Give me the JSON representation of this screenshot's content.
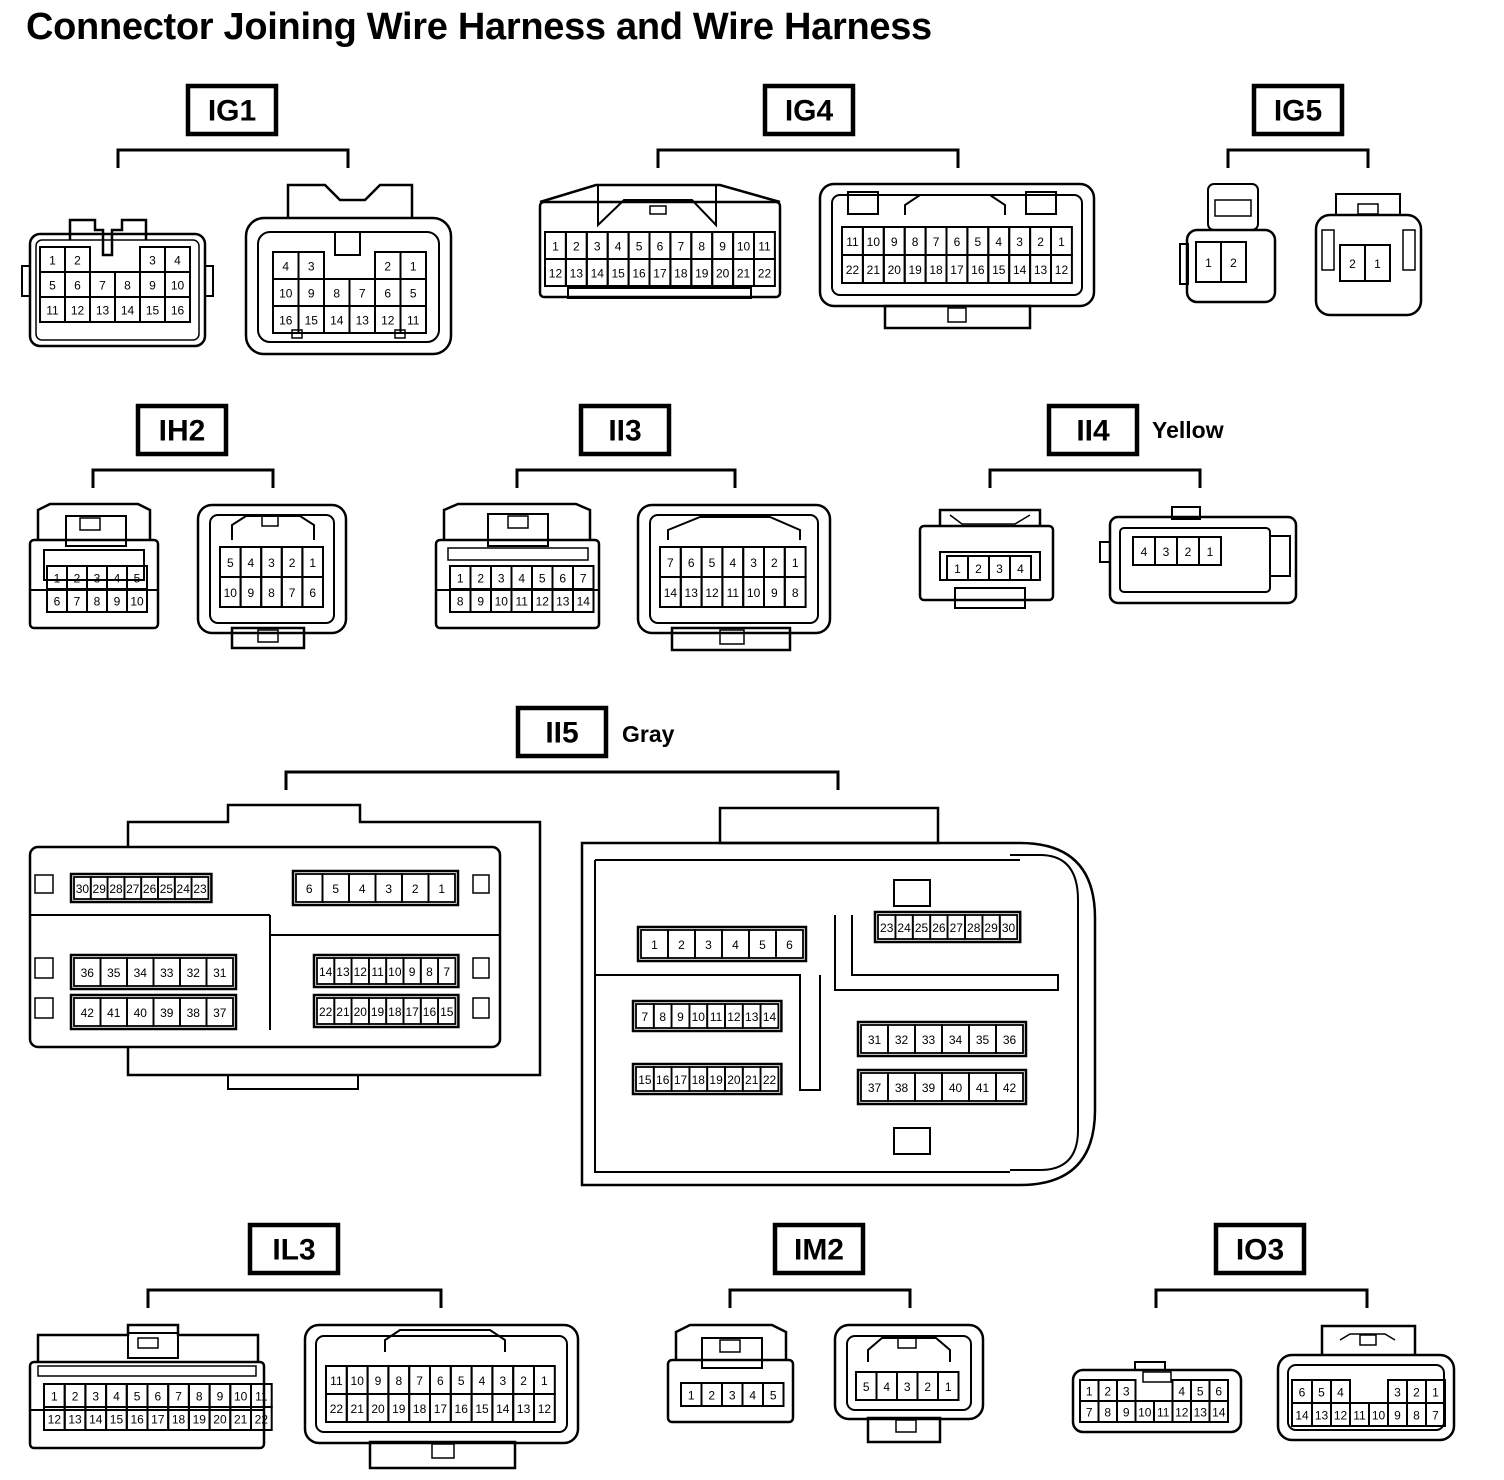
{
  "title": "Connector Joining Wire Harness and Wire Harness",
  "connectors": [
    {
      "code": "IG1",
      "color": "",
      "halves": [
        {
          "rows": [
            [
              "1",
              "2",
              "",
              "",
              "3",
              "4"
            ],
            [
              "5",
              "6",
              "7",
              "8",
              "9",
              "10"
            ],
            [
              "11",
              "12",
              "13",
              "14",
              "15",
              "16"
            ]
          ]
        },
        {
          "rows": [
            [
              "4",
              "3",
              "",
              "",
              "2",
              "1"
            ],
            [
              "10",
              "9",
              "8",
              "7",
              "6",
              "5"
            ],
            [
              "16",
              "15",
              "14",
              "13",
              "12",
              "11"
            ]
          ]
        }
      ]
    },
    {
      "code": "IG4",
      "color": "",
      "halves": [
        {
          "rows": [
            [
              "1",
              "2",
              "3",
              "4",
              "5",
              "6",
              "7",
              "8",
              "9",
              "10",
              "11"
            ],
            [
              "12",
              "13",
              "14",
              "15",
              "16",
              "17",
              "18",
              "19",
              "20",
              "21",
              "22"
            ]
          ]
        },
        {
          "rows": [
            [
              "11",
              "10",
              "9",
              "8",
              "7",
              "6",
              "5",
              "4",
              "3",
              "2",
              "1"
            ],
            [
              "22",
              "21",
              "20",
              "19",
              "18",
              "17",
              "16",
              "15",
              "14",
              "13",
              "12"
            ]
          ]
        }
      ]
    },
    {
      "code": "IG5",
      "color": "",
      "halves": [
        {
          "rows": [
            [
              "1",
              "2"
            ]
          ]
        },
        {
          "rows": [
            [
              "2",
              "1"
            ]
          ]
        }
      ]
    },
    {
      "code": "IH2",
      "color": "",
      "halves": [
        {
          "rows": [
            [
              "1",
              "2",
              "3",
              "4",
              "5"
            ],
            [
              "6",
              "7",
              "8",
              "9",
              "10"
            ]
          ]
        },
        {
          "rows": [
            [
              "5",
              "4",
              "3",
              "2",
              "1"
            ],
            [
              "10",
              "9",
              "8",
              "7",
              "6"
            ]
          ]
        }
      ]
    },
    {
      "code": "II3",
      "color": "",
      "halves": [
        {
          "rows": [
            [
              "1",
              "2",
              "3",
              "4",
              "5",
              "6",
              "7"
            ],
            [
              "8",
              "9",
              "10",
              "11",
              "12",
              "13",
              "14"
            ]
          ]
        },
        {
          "rows": [
            [
              "7",
              "6",
              "5",
              "4",
              "3",
              "2",
              "1"
            ],
            [
              "14",
              "13",
              "12",
              "11",
              "10",
              "9",
              "8"
            ]
          ]
        }
      ]
    },
    {
      "code": "II4",
      "color": "Yellow",
      "halves": [
        {
          "rows": [
            [
              "1",
              "2",
              "3",
              "4"
            ]
          ]
        },
        {
          "rows": [
            [
              "4",
              "3",
              "2",
              "1"
            ]
          ]
        }
      ]
    },
    {
      "code": "II5",
      "color": "Gray",
      "halves": [
        {
          "blocks": [
            [
              "30",
              "29",
              "28",
              "27",
              "26",
              "25",
              "24",
              "23"
            ],
            [
              "6",
              "5",
              "4",
              "3",
              "2",
              "1"
            ],
            [
              "36",
              "35",
              "34",
              "33",
              "32",
              "31"
            ],
            [
              "42",
              "41",
              "40",
              "39",
              "38",
              "37"
            ],
            [
              "14",
              "13",
              "12",
              "11",
              "10",
              "9",
              "8",
              "7"
            ],
            [
              "22",
              "21",
              "20",
              "19",
              "18",
              "17",
              "16",
              "15"
            ]
          ]
        },
        {
          "blocks": [
            [
              "1",
              "2",
              "3",
              "4",
              "5",
              "6"
            ],
            [
              "23",
              "24",
              "25",
              "26",
              "27",
              "28",
              "29",
              "30"
            ],
            [
              "7",
              "8",
              "9",
              "10",
              "11",
              "12",
              "13",
              "14"
            ],
            [
              "31",
              "32",
              "33",
              "34",
              "35",
              "36"
            ],
            [
              "15",
              "16",
              "17",
              "18",
              "19",
              "20",
              "21",
              "22"
            ],
            [
              "37",
              "38",
              "39",
              "40",
              "41",
              "42"
            ]
          ]
        }
      ]
    },
    {
      "code": "IL3",
      "color": "",
      "halves": [
        {
          "rows": [
            [
              "1",
              "2",
              "3",
              "4",
              "5",
              "6",
              "7",
              "8",
              "9",
              "10",
              "11"
            ],
            [
              "12",
              "13",
              "14",
              "15",
              "16",
              "17",
              "18",
              "19",
              "20",
              "21",
              "22"
            ]
          ]
        },
        {
          "rows": [
            [
              "11",
              "10",
              "9",
              "8",
              "7",
              "6",
              "5",
              "4",
              "3",
              "2",
              "1"
            ],
            [
              "22",
              "21",
              "20",
              "19",
              "18",
              "17",
              "16",
              "15",
              "14",
              "13",
              "12"
            ]
          ]
        }
      ]
    },
    {
      "code": "IM2",
      "color": "",
      "halves": [
        {
          "rows": [
            [
              "1",
              "2",
              "3",
              "4",
              "5"
            ]
          ]
        },
        {
          "rows": [
            [
              "5",
              "4",
              "3",
              "2",
              "1"
            ]
          ]
        }
      ]
    },
    {
      "code": "IO3",
      "color": "",
      "halves": [
        {
          "rows": [
            [
              "1",
              "2",
              "3",
              "",
              "",
              "4",
              "5",
              "6"
            ],
            [
              "7",
              "8",
              "9",
              "10",
              "11",
              "12",
              "13",
              "14"
            ]
          ]
        },
        {
          "rows": [
            [
              "6",
              "5",
              "4",
              "",
              "",
              "3",
              "2",
              "1"
            ],
            [
              "14",
              "13",
              "12",
              "11",
              "10",
              "9",
              "8",
              "7"
            ]
          ]
        }
      ]
    }
  ]
}
